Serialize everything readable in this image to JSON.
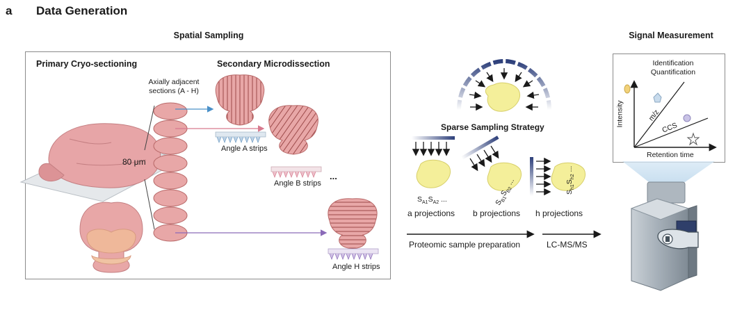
{
  "panel": {
    "letter": "a",
    "title": "Data Generation"
  },
  "spatial_sampling": {
    "header": "Spatial Sampling",
    "primary_title": "Primary Cryo-sectioning",
    "secondary_title": "Secondary Microdissection",
    "sections_label_line1": "Axially adjacent",
    "sections_label_line2": "sections (A - H)",
    "thickness_label": "80 μm",
    "strips": [
      "Angle A strips",
      "Angle B strips",
      "Angle H strips"
    ],
    "ellipsis": "..."
  },
  "sparse": {
    "title": "Sparse Sampling Strategy",
    "projections": [
      "a projections",
      "b projections",
      "h projections"
    ],
    "sample_prep": "Proteomic sample preparation",
    "lcms": "LC-MS/MS"
  },
  "signal": {
    "header": "Signal Measurement",
    "ident_line1": "Identification",
    "ident_line2": "Quantification",
    "y_axis": "Intensity",
    "mz": "m/z",
    "ccs": "CCS",
    "x_axis": "Retention time"
  },
  "colors": {
    "tissue": "#e8a7a7",
    "tissue_dark": "#c87878",
    "strip_line": "#9c4a4a",
    "blob": "#f4ef9a",
    "arrow_blue": "#4a90c8",
    "arrow_pink": "#d77a8e",
    "arrow_purple": "#8a6ab8",
    "instrument": "#8d99a4"
  }
}
